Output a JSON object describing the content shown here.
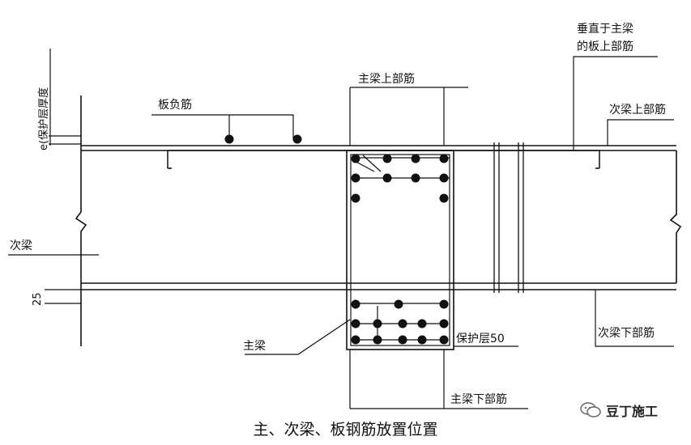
{
  "labels": {
    "slab_negative_bar": "板负筋",
    "main_beam_top_bar": "主梁上部筋",
    "perp_slab_top_line1": "垂直于主梁",
    "perp_slab_top_line2": "的板上部筋",
    "secondary_beam_top_bar": "次梁上部筋",
    "secondary_beam": "次梁",
    "main_beam": "主梁",
    "cover_50": "保护层50",
    "secondary_beam_bottom_bar": "次梁下部筋",
    "main_beam_bottom_bar": "主梁下部筋",
    "cover_thickness": "e(保护层厚度",
    "dim_25": "25"
  },
  "caption": "主、次梁、板钢筋放置位置",
  "watermark": {
    "text": "豆丁施工",
    "icon": "wechat-icon"
  }
}
